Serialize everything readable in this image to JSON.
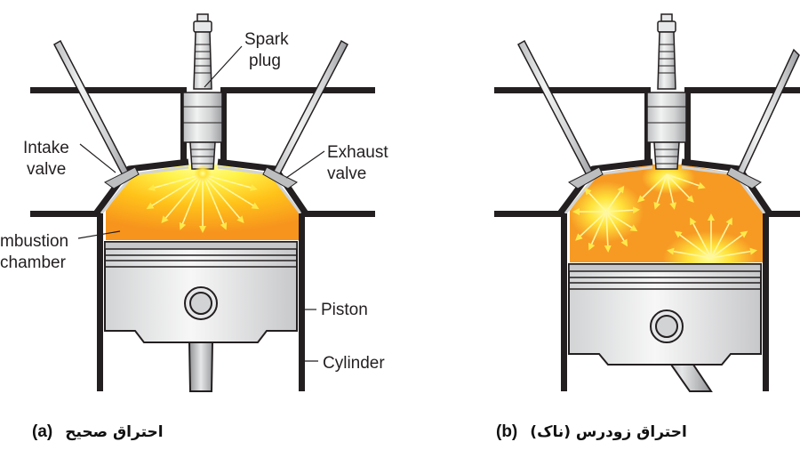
{
  "labels": {
    "spark_plug_1": "Spark",
    "spark_plug_2": "plug",
    "intake_1": "Intake",
    "intake_2": "valve",
    "exhaust_1": "Exhaust",
    "exhaust_2": "valve",
    "combustion_1": "mbustion",
    "combustion_2": "chamber",
    "piston": "Piston",
    "cylinder": "Cylinder"
  },
  "captions": {
    "a_letter": "(a)",
    "a_text": "احتراق صحیح",
    "b_letter": "(b)",
    "b_text": "احتراق زودرس (ناک)"
  },
  "colors": {
    "flame_core": "#fff34a",
    "flame_mid": "#ffd21f",
    "charge": "#f79a24",
    "metal_dark": "#231f20",
    "metal_light": "#e6e7e8",
    "metal_mid": "#a7a9ac"
  }
}
